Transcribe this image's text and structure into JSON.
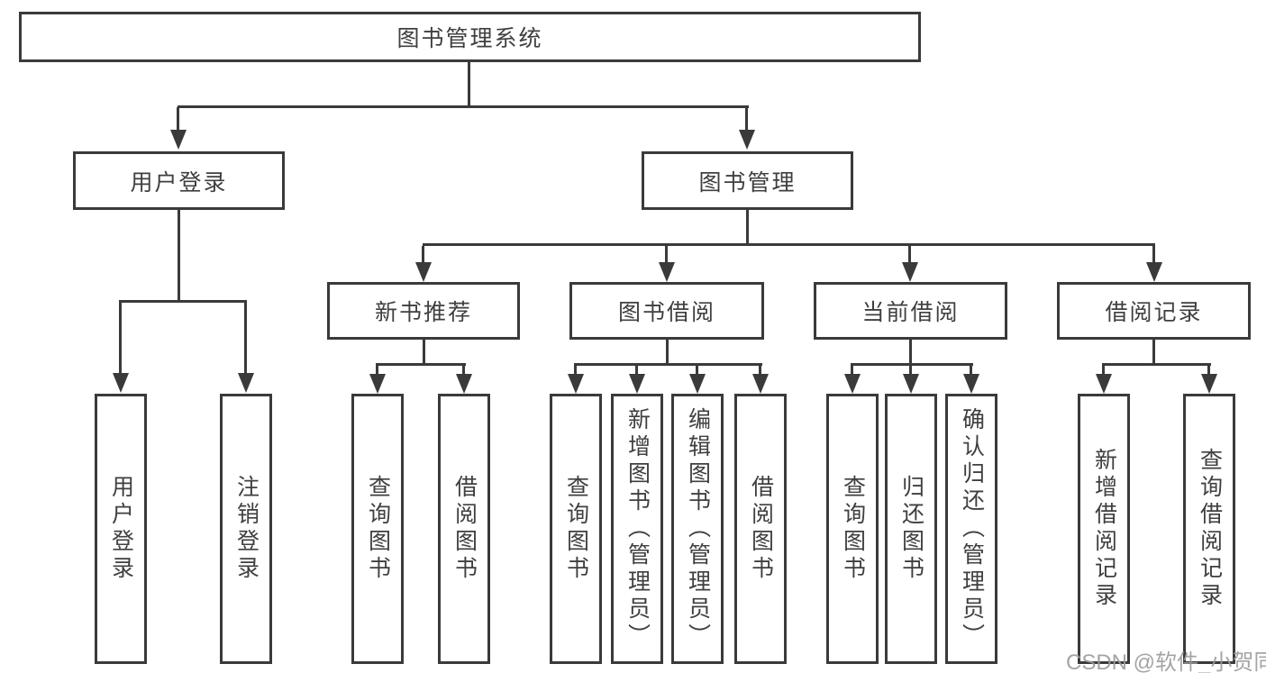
{
  "diagram": {
    "tree": {
      "label": "图书管理系统",
      "children": [
        {
          "label": "用户登录",
          "children": [
            {
              "label": "用户登录"
            },
            {
              "label": "注销登录"
            }
          ]
        },
        {
          "label": "图书管理",
          "children": [
            {
              "label": "新书推荐",
              "children": [
                {
                  "label": "查询图书"
                },
                {
                  "label": "借阅图书"
                }
              ]
            },
            {
              "label": "图书借阅",
              "children": [
                {
                  "label": "查询图书"
                },
                {
                  "label": "新增图书（管理员）"
                },
                {
                  "label": "编辑图书（管理员）"
                },
                {
                  "label": "借阅图书"
                }
              ]
            },
            {
              "label": "当前借阅",
              "children": [
                {
                  "label": "查询图书"
                },
                {
                  "label": "归还图书"
                },
                {
                  "label": "确认归还（管理员）"
                }
              ]
            },
            {
              "label": "借阅记录",
              "children": [
                {
                  "label": "新增借阅记录"
                },
                {
                  "label": "查询借阅记录"
                }
              ]
            }
          ]
        }
      ]
    },
    "watermark": "CSDN @软件_小贺同学"
  },
  "colors": {
    "line": "#3a3a3a",
    "text": "#3f3f3f",
    "watermark": "#9b9b9b",
    "background": "#ffffff"
  }
}
